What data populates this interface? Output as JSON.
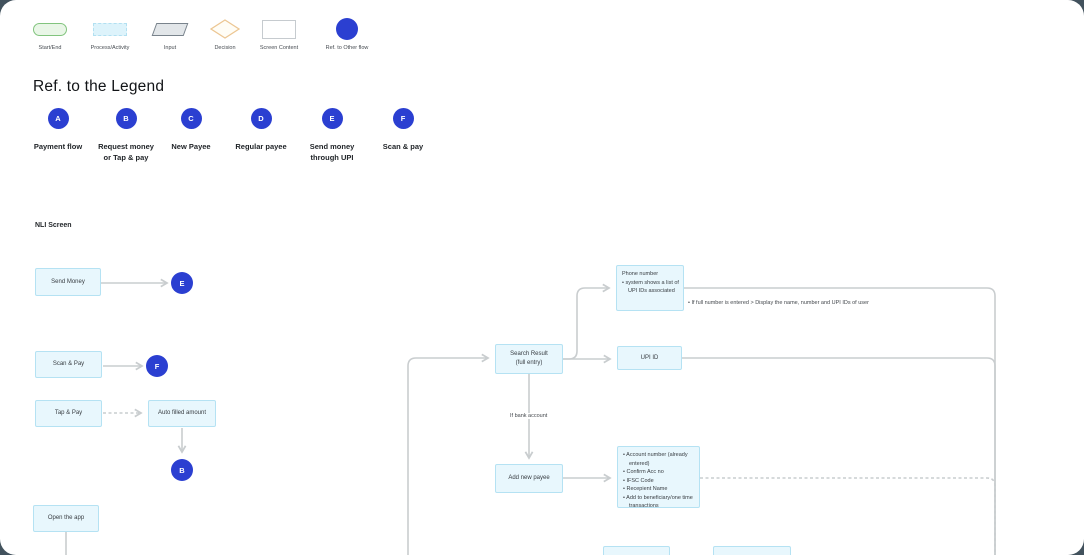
{
  "shape_legend": {
    "items": [
      {
        "label": "Start/End"
      },
      {
        "label": "Process/Activity"
      },
      {
        "label": "Input"
      },
      {
        "label": "Decision"
      },
      {
        "label": "Screen Content"
      },
      {
        "label": "Ref. to Other flow"
      }
    ]
  },
  "legend": {
    "title": "Ref. to the Legend",
    "items": [
      {
        "letter": "A",
        "label": "Payment flow"
      },
      {
        "letter": "B",
        "label": "Request money\nor Tap & pay"
      },
      {
        "letter": "C",
        "label": "New Payee"
      },
      {
        "letter": "D",
        "label": "Regular payee"
      },
      {
        "letter": "E",
        "label": "Send money\nthrough UPI"
      },
      {
        "letter": "F",
        "label": "Scan & pay"
      }
    ]
  },
  "flow": {
    "section_label": "NLI Screen",
    "boxes": {
      "send_money": "Send Money",
      "scan_pay": "Scan & Pay",
      "tap_pay": "Tap & Pay",
      "auto_filled": "Auto filled amount",
      "open_app": "Open the app",
      "search_result": "Search Result\n(full entry)",
      "upi_id": "UPI ID",
      "add_new_payee": "Add new payee"
    },
    "phone_box": {
      "title": "Phone number",
      "bullets": [
        "system shows a list of UPI IDs associated"
      ]
    },
    "account_box": {
      "bullets": [
        "Account number (already entered)",
        "Confirm Acc no",
        "IFSC Code",
        "Recepient Name",
        "Add to beneficiary/one time transactions"
      ]
    },
    "refs": {
      "e": "E",
      "f": "F",
      "b": "B"
    },
    "annotations": {
      "if_bank_account": "If bank account",
      "full_number_note": "If full number is entered > Display the name, number and UPI IDs of user"
    }
  },
  "colors": {
    "accent_blue": "#2b3fd1",
    "box_fill": "#e8f7fd",
    "box_border": "#b5e2f3",
    "start_end_green": "#82c47e",
    "decision_orange": "#ecc693",
    "connector_gray": "#c9cdcf",
    "canvas_bg": "#ffffff",
    "page_bg": "#42525d"
  }
}
